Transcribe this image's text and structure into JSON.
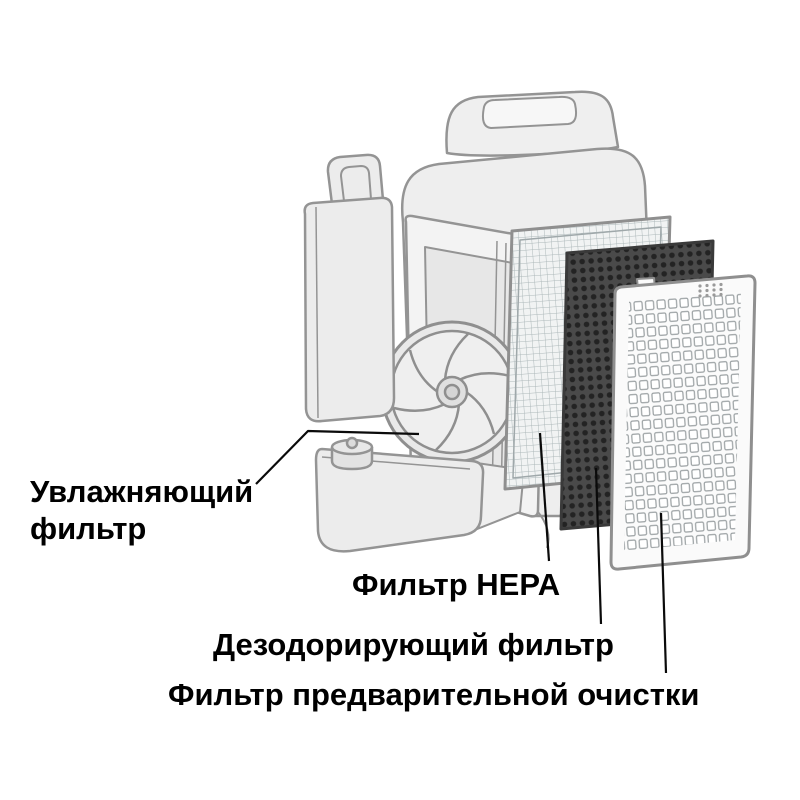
{
  "diagram": {
    "type": "exploded-view",
    "subject": "air-purifier-filters",
    "colors": {
      "outline": "#949494",
      "leader": "#0a0a0a",
      "deodorizing_mesh": "#3a3a3a",
      "background": "#ffffff"
    },
    "labels": {
      "humidifying": {
        "full": "Увлажняющий фильтр",
        "line1": "Увлажняющий",
        "line2": "фильтр"
      },
      "hepa": {
        "text": "Фильтр HEPA"
      },
      "deodorizing": {
        "text": "Дезодорирующий фильтр"
      },
      "prefilter": {
        "text": "Фильтр предварительной очистки"
      }
    }
  }
}
